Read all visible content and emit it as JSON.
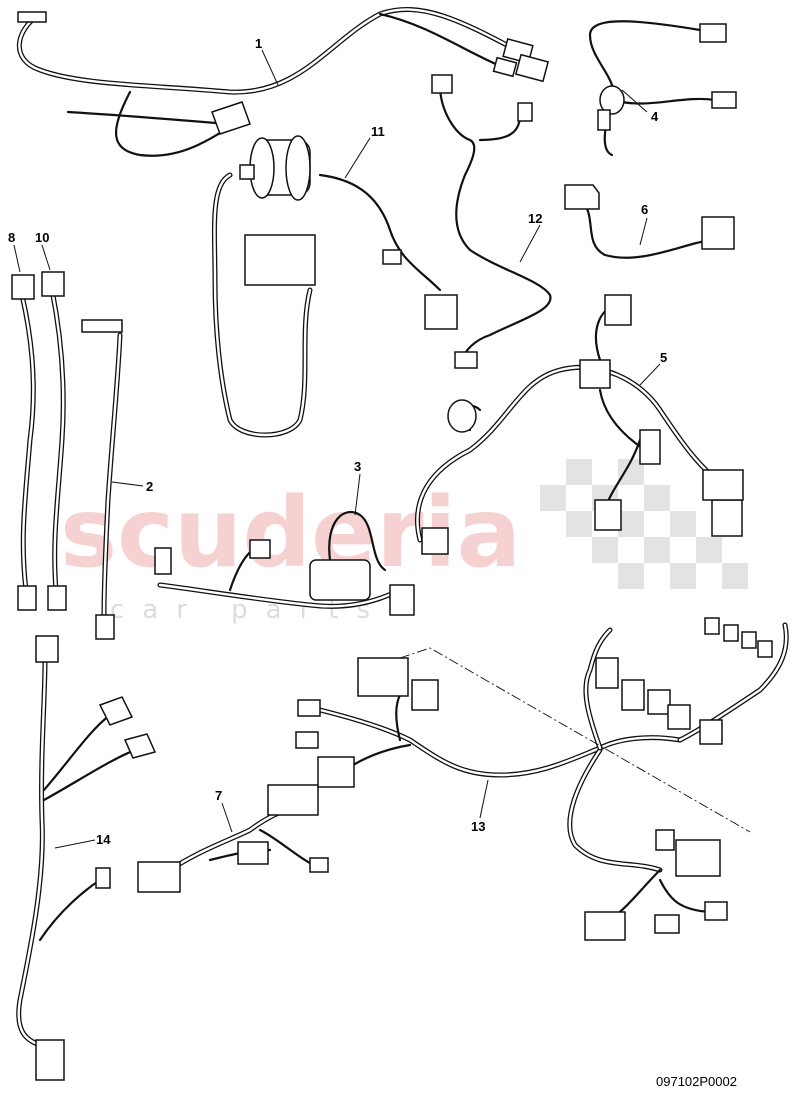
{
  "watermark": {
    "brand": "scuderia",
    "sub": "car parts"
  },
  "part_labels": {
    "p1": "1",
    "p2": "2",
    "p3": "3",
    "p4": "4",
    "p5": "5",
    "p6": "6",
    "p7": "7",
    "p8": "8",
    "p10": "10",
    "p11": "11",
    "p12": "12",
    "p13": "13",
    "p14": "14"
  },
  "diagram_code": "097102P0002"
}
